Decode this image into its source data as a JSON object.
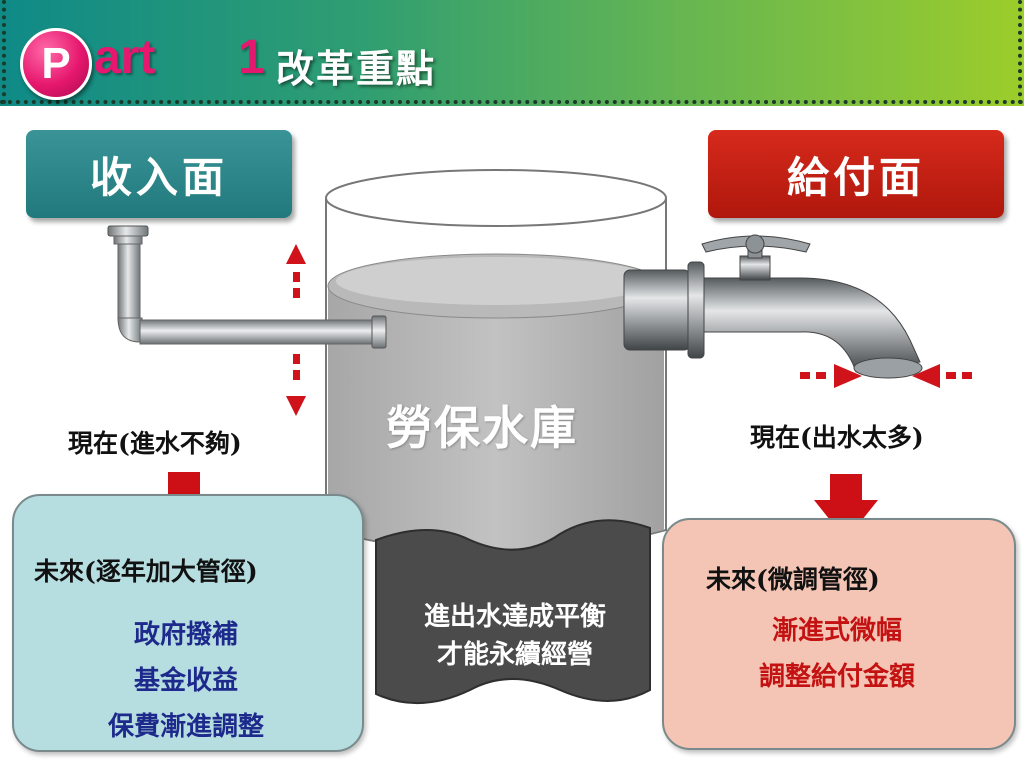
{
  "header": {
    "part_letter": "P",
    "part_word": "art",
    "part_number": "1",
    "title": "改革重點"
  },
  "income_side": {
    "tag": "收入面",
    "now": "現在(進水不夠)",
    "future_title": "未來(逐年加大管徑)",
    "items": [
      "政府撥補",
      "基金收益",
      "保費漸進調整"
    ]
  },
  "payout_side": {
    "tag": "給付面",
    "now": "現在(出水太多)",
    "future_title": "未來(微調管徑)",
    "items": [
      "漸進式微幅",
      "調整給付金額"
    ]
  },
  "reservoir": {
    "label": "勞保水庫",
    "banner_lines": [
      "進出水達成平衡",
      "才能永續經營"
    ]
  },
  "colors": {
    "income_accent": "#21797c",
    "payout_accent": "#b0170c",
    "arrow_red": "#d0121a",
    "income_box": "#b6dde0",
    "payout_box": "#f4c4b4",
    "income_text": "#1d2a8c",
    "payout_text": "#c41212"
  }
}
